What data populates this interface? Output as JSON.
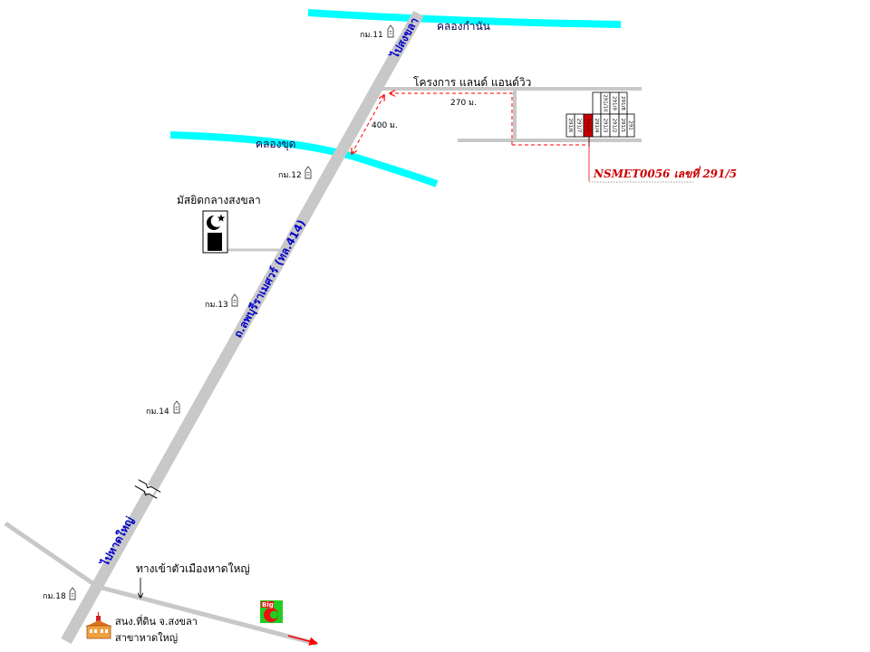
{
  "map": {
    "rivers": [
      {
        "name": "คลองกำนัน"
      },
      {
        "name": "คลองขุด"
      }
    ],
    "main_road": {
      "name": "ถ.ลพบุรีราเมศวร์ (ทล.414)",
      "direction_north": "ไปสงขลา",
      "direction_south": "ไปหาดใหญ่"
    },
    "km_markers": [
      "กม.11",
      "กม.12",
      "กม.13",
      "กม.14",
      "กม.18"
    ],
    "project": {
      "name": "โครงการ แลนด์ แอนด์วิว",
      "distance_from_main_road": "400 ม.",
      "distance_along_soi": "270 ม.",
      "lots_upper": [
        "291/10",
        "291/9",
        "291/8"
      ],
      "lots_lower": [
        "291/6",
        "291/7",
        "291/5",
        "291/4",
        "291/3",
        "291/2",
        "291/1",
        "291"
      ]
    },
    "property_caption": "NSMET0056 เลขที่ 291/5",
    "landmarks": {
      "mosque": "มัสยิดกลางสงขลา",
      "city_entrance": "ทางเข้าตัวเมืองหาดใหญ่",
      "land_office_line1": "สนง.ที่ดิน จ.สงขลา",
      "land_office_line2": "สาขาหาดใหญ่",
      "shop_logo_text": "Big"
    },
    "icons": {
      "km_marker": "km-post-icon",
      "mosque": "crescent-star-icon",
      "land_office": "building-icon",
      "shop": "big-c-logo-icon"
    },
    "colors": {
      "river": "#00ffff",
      "road": "#c8c8c8",
      "route": "#ff0000",
      "highlight_lot": "#cc0000",
      "road_label": "#0000cc",
      "caption": "#cc0000"
    }
  }
}
